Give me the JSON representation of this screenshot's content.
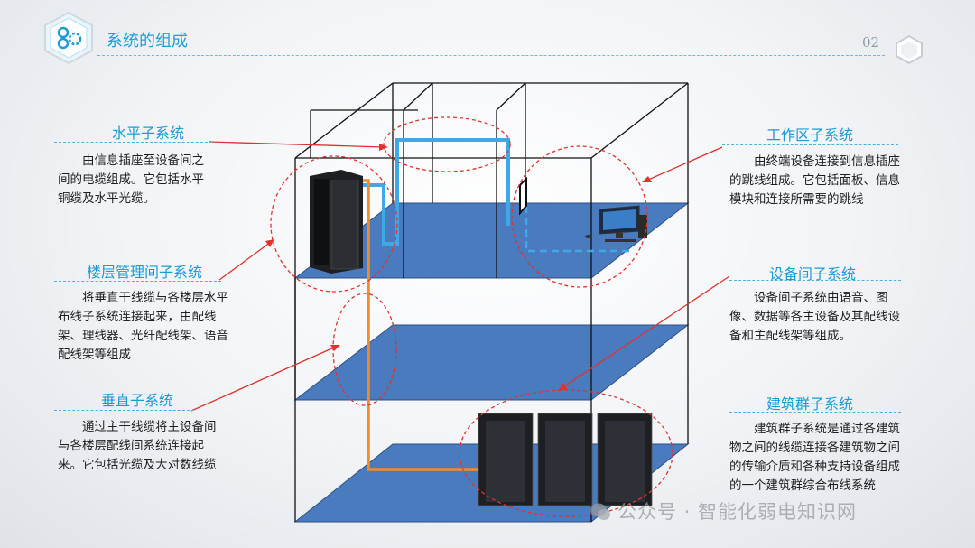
{
  "header": {
    "title": "系统的组成",
    "page_number": "02",
    "icon": "gears-icon"
  },
  "subsystems": {
    "horizontal": {
      "title": "水平子系统",
      "desc": "由信息插座至设备间之间的电缆组成。它包括水平铜缆及水平光缆。"
    },
    "floor_mgmt": {
      "title": "楼层管理间子系统",
      "desc": "将垂直干线缆与各楼层水平布线子系统连接起来，由配线架、理线器、光纤配线架、语音配线架等组成"
    },
    "vertical": {
      "title": "垂直子系统",
      "desc": "通过主干线缆将主设备间与各楼层配线间系统连接起来。它包括光缆及大对数线缆"
    },
    "work_area": {
      "title": "工作区子系统",
      "desc": "由终端设备连接到信息插座的跳线组成。它包括面板、信息模块和连接所需要的跳线"
    },
    "equipment_room": {
      "title": "设备间子系统",
      "desc": "设备间子系统由语音、图像、数据等各主设备及其配线设备和主配线架等组成。"
    },
    "building_group": {
      "title": "建筑群子系统",
      "desc": "建筑群子系统是通过各建筑物之间的线缆连接各建筑物之间的传输介质和各种支持设备组成的一个建筑群综合布线系统"
    }
  },
  "watermark": "公众号 · 智能化弱电知识网",
  "colors": {
    "accent": "#1a9bd6",
    "floor": "#4a7bbf",
    "arrow": "#e0322e",
    "cable_blue": "#3fa9e8",
    "cable_orange": "#f28c28"
  }
}
